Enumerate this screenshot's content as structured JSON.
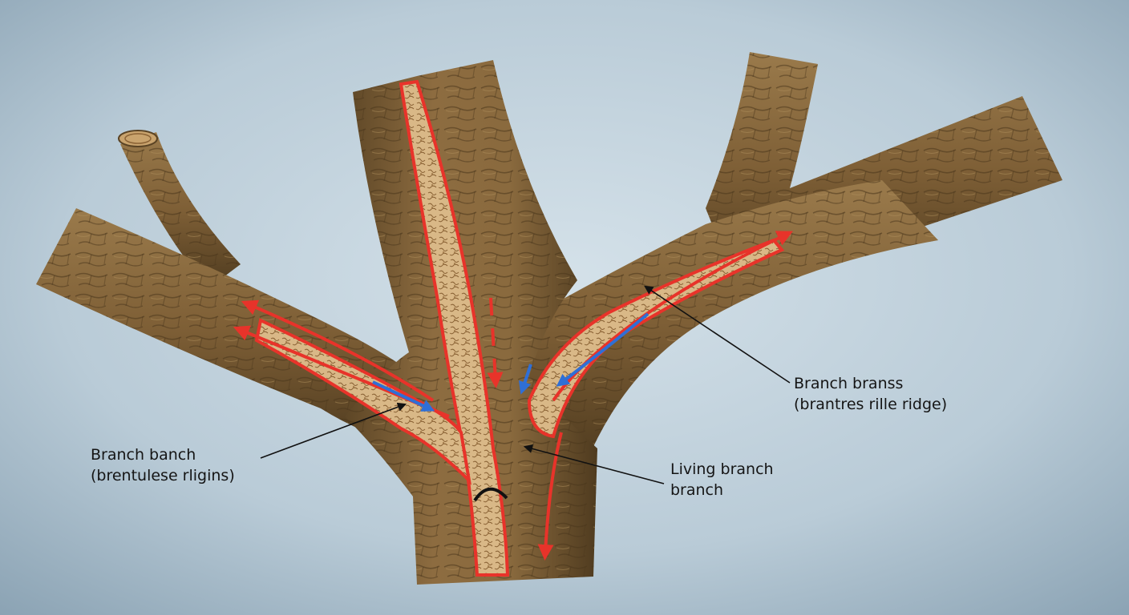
{
  "labels": {
    "left": {
      "line1": "Branch banch",
      "line2": "(brentulese rligins)"
    },
    "center": {
      "line1": "Living branch",
      "line2": "branch"
    },
    "right": {
      "line1": "Branch branss",
      "line2": "(brantres rille ridge)"
    }
  },
  "colors": {
    "background_center": "#cfdde6",
    "background_edge": "#8aa2b3",
    "bark": "#8a6a3e",
    "bark_dark": "#5a4324",
    "wood": "#d8b684",
    "sap_up": "#e8332a",
    "sap_down": "#2f6fd6",
    "leader_line": "#111111"
  }
}
